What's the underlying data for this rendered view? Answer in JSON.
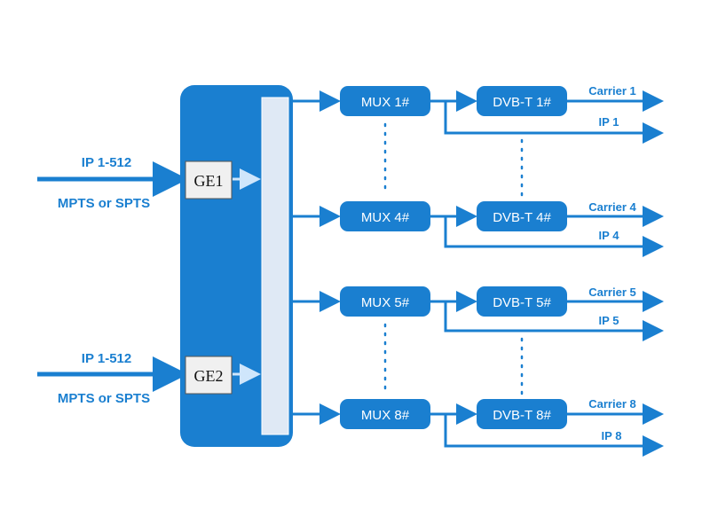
{
  "colors": {
    "primary": "#1a7fd0",
    "panel_light": "#dfe9f5",
    "ge_box": "#f0f0f0",
    "text_dark": "#111111",
    "dot": "#1a7fd0"
  },
  "inputs": [
    {
      "ip_label": "IP 1-512",
      "format_label": "MPTS or SPTS"
    },
    {
      "ip_label": "IP 1-512",
      "format_label": "MPTS or SPTS"
    }
  ],
  "ge_ports": [
    "GE1",
    "GE2"
  ],
  "channels": [
    {
      "mux": "MUX 1#",
      "dvb": "DVB-T 1#",
      "carrier": "Carrier 1",
      "ip": "IP 1"
    },
    {
      "mux": "MUX 4#",
      "dvb": "DVB-T 4#",
      "carrier": "Carrier 4",
      "ip": "IP 4"
    },
    {
      "mux": "MUX 5#",
      "dvb": "DVB-T 5#",
      "carrier": "Carrier 5",
      "ip": "IP 5"
    },
    {
      "mux": "MUX 8#",
      "dvb": "DVB-T 8#",
      "carrier": "Carrier 8",
      "ip": "IP 8"
    }
  ]
}
